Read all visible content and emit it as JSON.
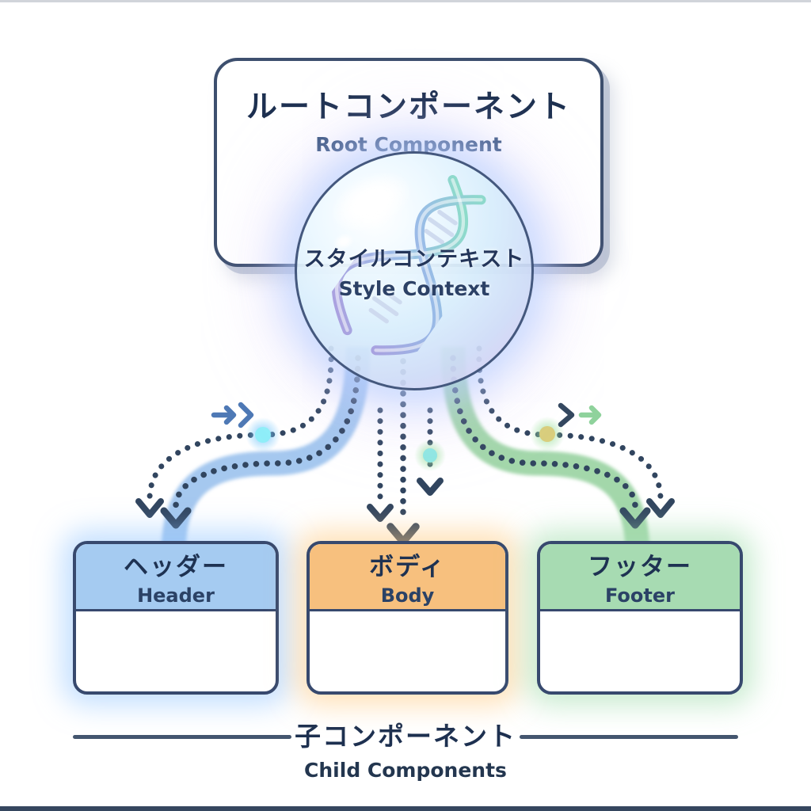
{
  "root": {
    "title_jp": "ルートコンポーネント",
    "title_en": "Root Component"
  },
  "context": {
    "title_jp": "スタイルコンテキスト",
    "title_en": "Style Context",
    "icon": "dna-icon"
  },
  "children": [
    {
      "id": "header",
      "title_jp": "ヘッダー",
      "title_en": "Header",
      "accent": "#a5cbf1",
      "glow": "#96c6ff",
      "ribbon_color": "#a5c8ef"
    },
    {
      "id": "body",
      "title_jp": "ボディ",
      "title_en": "Body",
      "accent": "#f7c07e",
      "glow": "#ffcb82",
      "ribbon_color": "#7ed1b5"
    },
    {
      "id": "footer",
      "title_jp": "フッター",
      "title_en": "Footer",
      "accent": "#a7dbb2",
      "glow": "#a6e0b2",
      "ribbon_color": "#a3d7aa"
    }
  ],
  "caption": {
    "title_jp": "子コンポーネント",
    "title_en": "Child Components"
  },
  "flows": [
    {
      "from": "style-context",
      "to": "header",
      "shape": "s-curve-left",
      "ribbon": "#a5c8ef",
      "dotted": "#31455f",
      "marker_dot": "#8feef8"
    },
    {
      "from": "style-context",
      "to": "body",
      "shape": "straight-down",
      "ribbon": "#7ed1b5",
      "dotted": "#31455f",
      "marker_dot": "#8fe8e2"
    },
    {
      "from": "style-context",
      "to": "footer",
      "shape": "s-curve-right",
      "ribbon": "#a3d7aa",
      "dotted": "#31455f",
      "marker_dot": "#d9ce7c"
    }
  ],
  "icons": [
    "dna-icon",
    "fast-forward-chevrons-icon",
    "chevron-arrow-right-icon",
    "arrowhead-down-icon"
  ],
  "colors": {
    "outline_navy": "#37496e",
    "text_navy": "#1d3050",
    "text_slate": "#3c5880",
    "dotted_navy": "#31455f",
    "chevron_blue": "#4e79b5",
    "arrow_green": "#8fd29c",
    "glow_dot_cyan": "#8feef8",
    "glow_dot_khaki": "#d9ce7c",
    "glow_dot_teal": "#8fe8e2"
  }
}
